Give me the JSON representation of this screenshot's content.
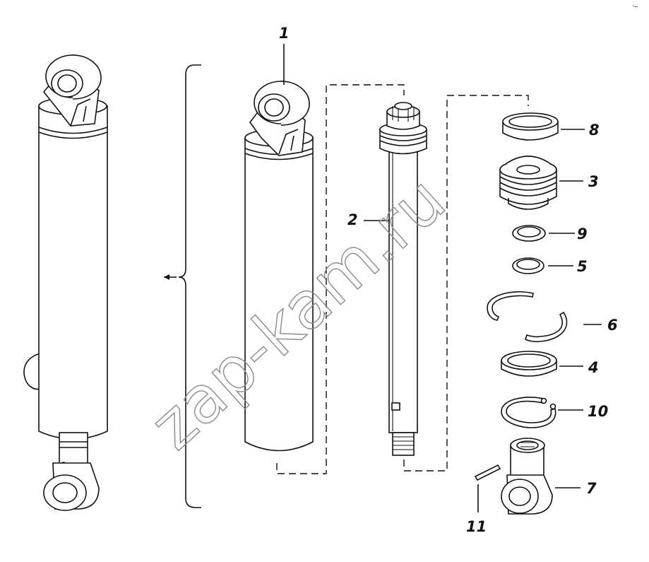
{
  "watermark": "zap-kam.ru",
  "corner_mark": "·–",
  "callouts": {
    "c1": "1",
    "c2": "2",
    "c3": "3",
    "c4": "4",
    "c5": "5",
    "c6": "6",
    "c7": "7",
    "c8": "8",
    "c9": "9",
    "c10": "10",
    "c11": "11"
  }
}
